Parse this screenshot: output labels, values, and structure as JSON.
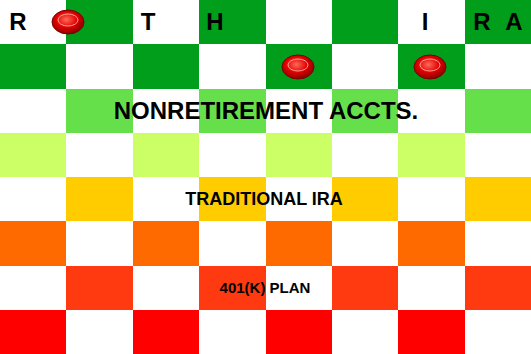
{
  "diagram": {
    "labels": [
      "R",
      "T",
      "H",
      "I",
      "R",
      "A",
      "NONRETIREMENT ACCTS.",
      "TRADITIONAL IRA",
      "401(K) PLAN"
    ]
  }
}
